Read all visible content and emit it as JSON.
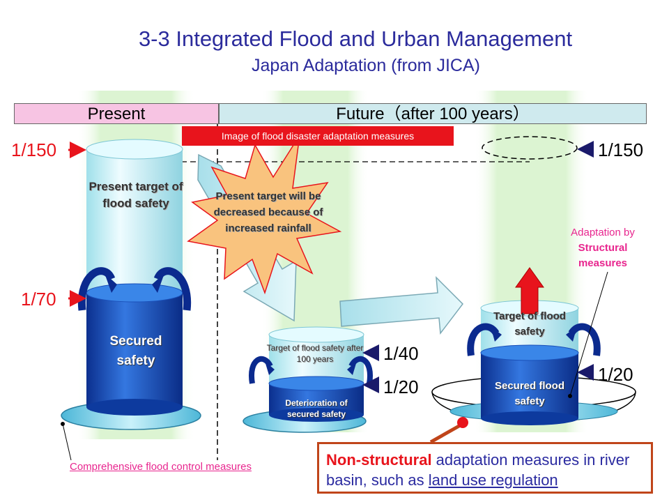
{
  "title": "3-3 Integrated Flood and Urban Management",
  "subtitle": "Japan Adaptation (from JICA)",
  "tabs": {
    "present": "Present",
    "future": "Future（after 100 years）"
  },
  "image_label": "Image of flood disaster adaptation measures",
  "levels": {
    "left_top": "1/150",
    "left_mid": "1/70",
    "right_top": "1/150",
    "mid_40": "1/40",
    "mid_20": "1/20",
    "right_20": "1/20"
  },
  "present_cylinder": {
    "target_label": "Present target of flood safety",
    "secured_label": "Secured safety"
  },
  "starburst_text": "Present target will be decreased because of increased rainfall",
  "future_cylinder": {
    "target_label": "Target of flood safety after 100 years",
    "deterioration_label": "Deterioration of secured safety"
  },
  "adapted_cylinder": {
    "target_label": "Target of flood safety",
    "secured_label": "Secured flood safety"
  },
  "adaptation": {
    "line1": "Adaptation by",
    "line2": "Structural",
    "line3": "measures"
  },
  "comprehensive_measures": "Comprehensive flood control measures",
  "nonstructural": {
    "highlight": "Non-structural",
    "text1": " adaptation measures in river basin, such as ",
    "link": "land use regulation"
  },
  "colors": {
    "title_blue": "#2b2b9c",
    "red": "#e8141c",
    "water_blue": "#1a57c8",
    "glass": "#c8f2f8",
    "green_glow": "#b6ecaa",
    "pink": "#e8258e"
  }
}
